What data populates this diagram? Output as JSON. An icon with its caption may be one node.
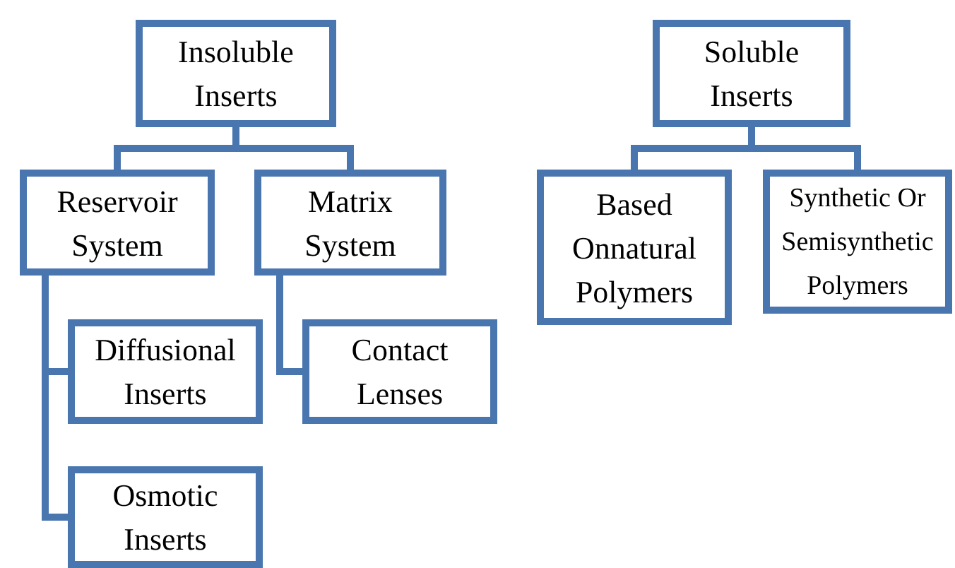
{
  "diagram": {
    "nodes": [
      {
        "text": [
          "Insoluble Inserts"
        ]
      },
      {
        "text": [
          "Reservoir System"
        ]
      },
      {
        "text": [
          "Matrix System"
        ]
      },
      {
        "text": [
          "Diffusional Inserts"
        ]
      },
      {
        "text": [
          "Osmotic Inserts"
        ]
      },
      {
        "text": [
          "Contact Lenses"
        ]
      },
      {
        "text": [
          "Soluble Inserts"
        ]
      },
      {
        "text": [
          "Based Onnatural Polymers"
        ]
      },
      {
        "text": [
          "Synthetic Or Semisynthetic Polymers"
        ]
      }
    ],
    "edges": [
      {
        "from": 0,
        "to": 1,
        "arrow": "none"
      },
      {
        "from": 0,
        "to": 2,
        "arrow": "none"
      },
      {
        "from": 1,
        "to": 3,
        "arrow": "none"
      },
      {
        "from": 1,
        "to": 4,
        "arrow": "none"
      },
      {
        "from": 2,
        "to": 5,
        "arrow": "none"
      },
      {
        "from": 6,
        "to": 7,
        "arrow": "none"
      },
      {
        "from": 6,
        "to": 8,
        "arrow": "none"
      }
    ]
  }
}
